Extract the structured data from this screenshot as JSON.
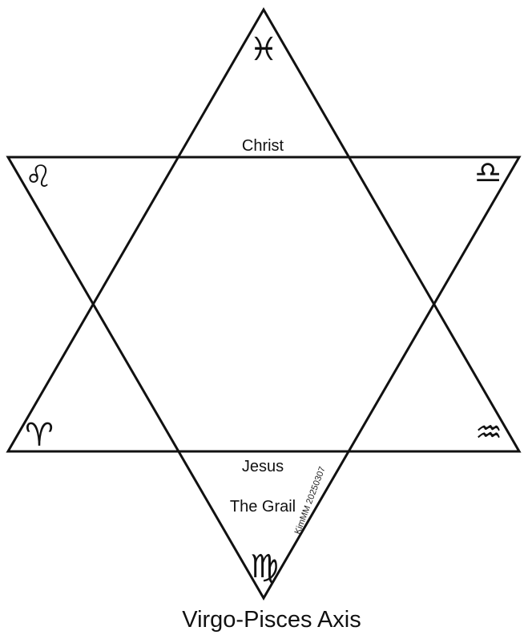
{
  "diagram": {
    "symbols": {
      "pisces": "♓︎",
      "leo": "♌︎",
      "libra": "♎︎",
      "aries": "♈︎",
      "aquarius": "♒︎",
      "virgo": "♍︎"
    },
    "labels": {
      "christ": "Christ",
      "jesus": "Jesus",
      "grail": "The Grail"
    },
    "signature": "KimMM 20250307",
    "title": "Virgo-Pisces Axis"
  },
  "colors": {
    "line": "#111111",
    "background": "#ffffff"
  }
}
